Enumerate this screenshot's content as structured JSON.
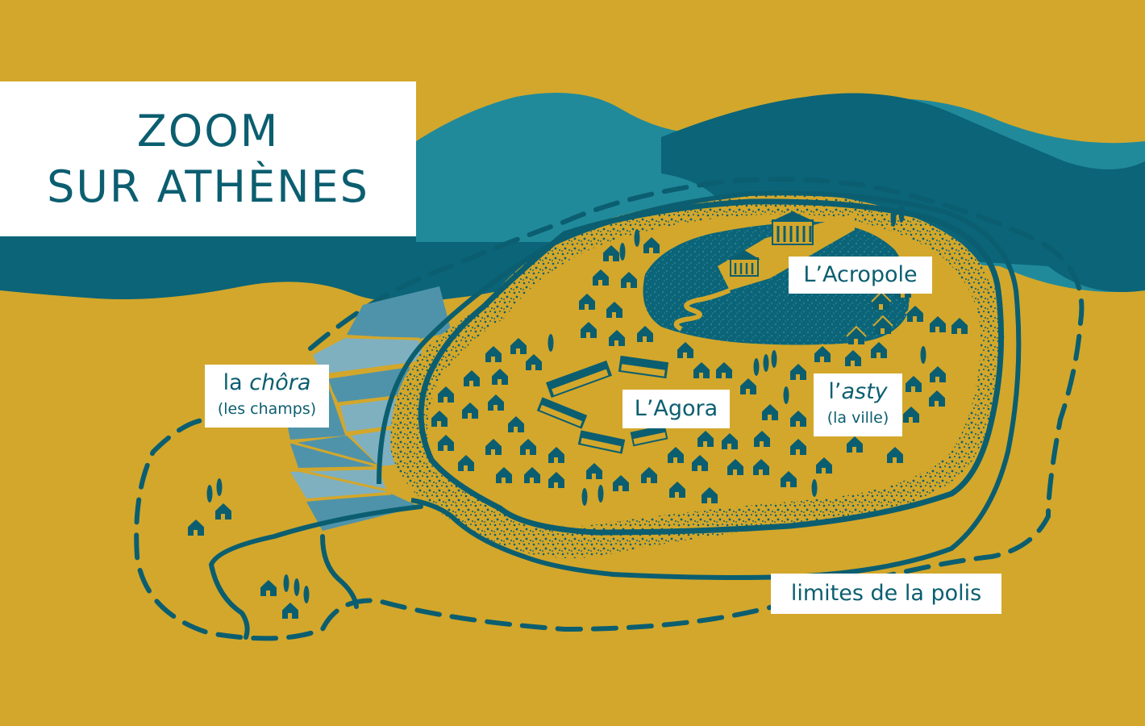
{
  "title": {
    "line1": "ZOOM",
    "line2": "SUR ATHÈNES"
  },
  "labels": {
    "acropole": "L’Acropole",
    "agora": "L’Agora",
    "chora": {
      "prefix": "la ",
      "term": "chôra",
      "sub": "(les champs)"
    },
    "asty": {
      "prefix": "l’",
      "term": "asty",
      "sub": "(la ville)"
    },
    "limites": "limites de la polis"
  },
  "colors": {
    "background": "#d3a72b",
    "mountain_light": "#208a9b",
    "mountain_dark": "#0b6478",
    "line": "#0b5e70",
    "field_light": "#7fb0c0",
    "field_mid": "#4f93aa",
    "label_bg": "#ffffff"
  }
}
